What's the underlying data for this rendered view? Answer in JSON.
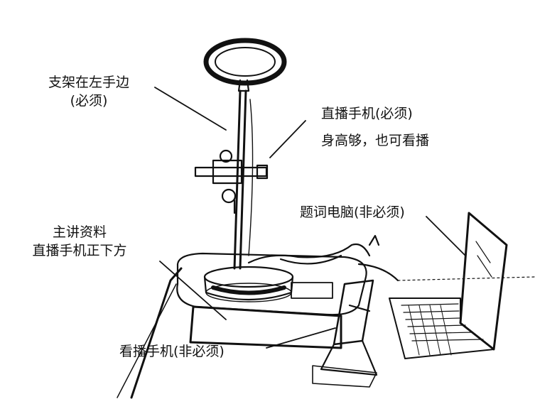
{
  "labels": {
    "stand": {
      "line1": "支架在左手边",
      "line2": "(必须)"
    },
    "live_phone": {
      "line1": "直播手机(必须)",
      "line2": "身高够，也可看播"
    },
    "prompter": {
      "line1": "题词电脑(非必须)"
    },
    "material": {
      "line1": "主讲资料",
      "line2": "直播手机正下方"
    },
    "viewer_phone": {
      "line1": "看播手机(非必须)"
    }
  }
}
